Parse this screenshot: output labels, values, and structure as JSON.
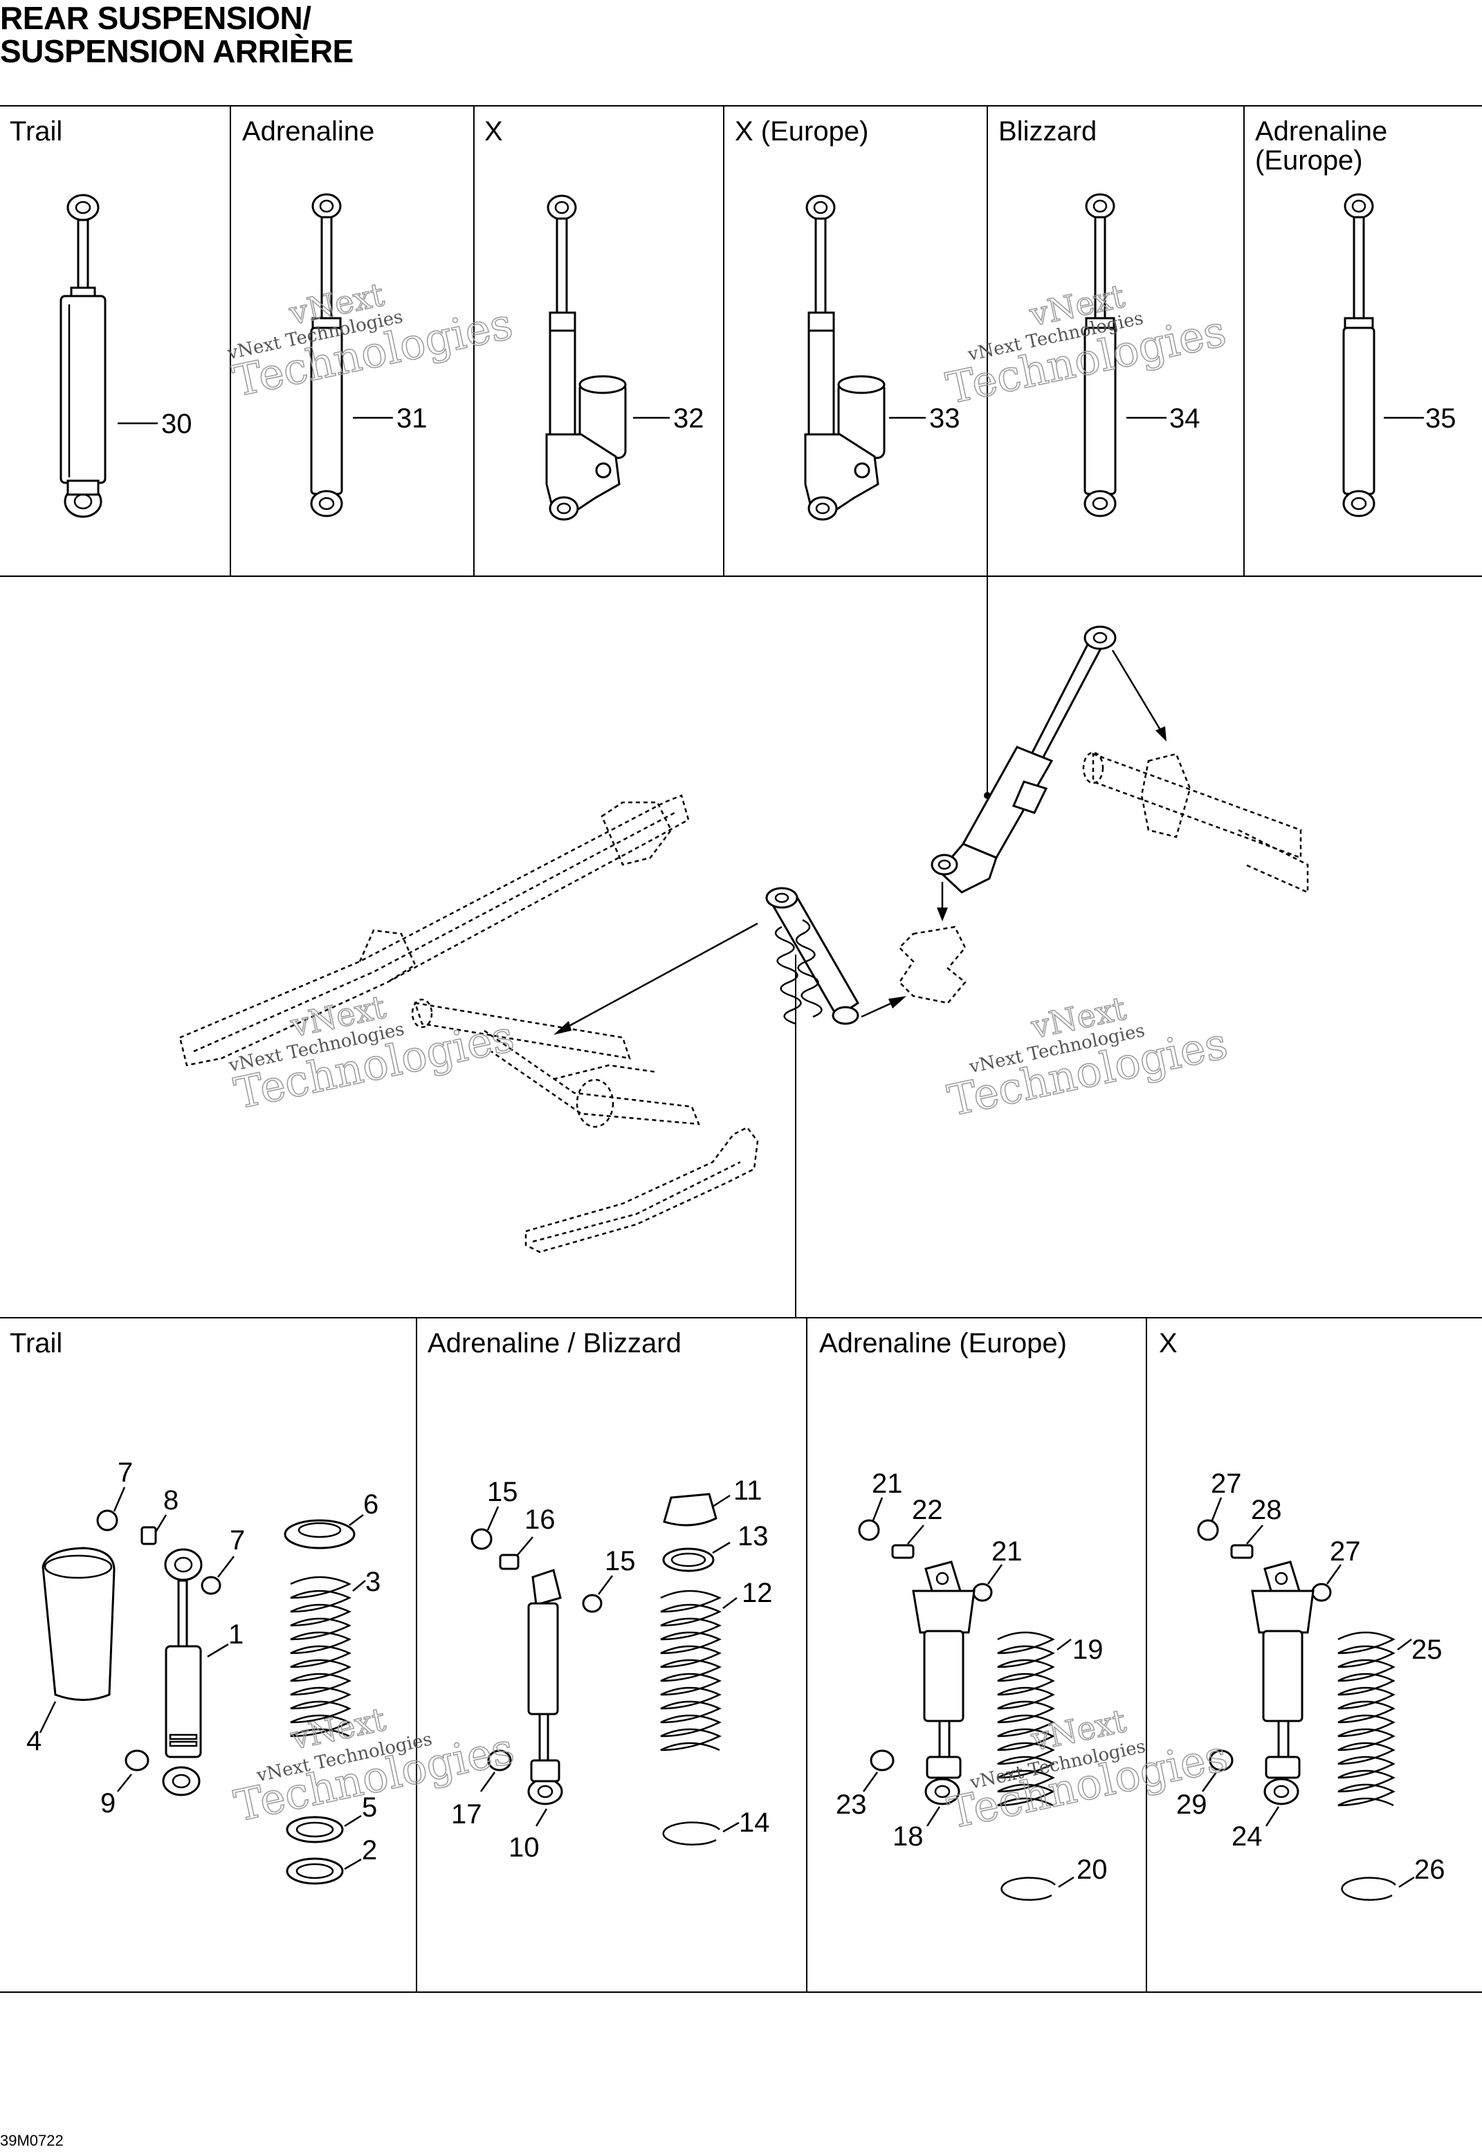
{
  "title": {
    "line1": "REAR SUSPENSION/",
    "line2": "SUSPENSION ARRIÈRE"
  },
  "doc_id": "39M0722",
  "watermark": {
    "line1": "vNext",
    "line2": "Technologies",
    "small": "vNext Technologies"
  },
  "top_panels": [
    {
      "name": "Trail",
      "part": "30",
      "type": "plain"
    },
    {
      "name": "Adrenaline",
      "part": "31",
      "type": "plain"
    },
    {
      "name": "X",
      "part": "32",
      "type": "reservoir"
    },
    {
      "name": "X (Europe)",
      "part": "33",
      "type": "reservoir"
    },
    {
      "name": "Blizzard",
      "part": "34",
      "type": "plain"
    },
    {
      "name": "Adrenaline\n(Europe)",
      "part": "35",
      "type": "plain"
    }
  ],
  "bottom_panels": [
    {
      "name": "Trail",
      "parts": [
        "7",
        "8",
        "7",
        "6",
        "3",
        "1",
        "4",
        "9",
        "5",
        "2"
      ]
    },
    {
      "name": "Adrenaline / Blizzard",
      "parts": [
        "15",
        "16",
        "15",
        "11",
        "13",
        "12",
        "17",
        "10",
        "14"
      ]
    },
    {
      "name": "Adrenaline (Europe)",
      "parts": [
        "21",
        "22",
        "21",
        "19",
        "23",
        "18",
        "20"
      ]
    },
    {
      "name": "X",
      "parts": [
        "27",
        "28",
        "27",
        "25",
        "29",
        "24",
        "26"
      ]
    }
  ]
}
